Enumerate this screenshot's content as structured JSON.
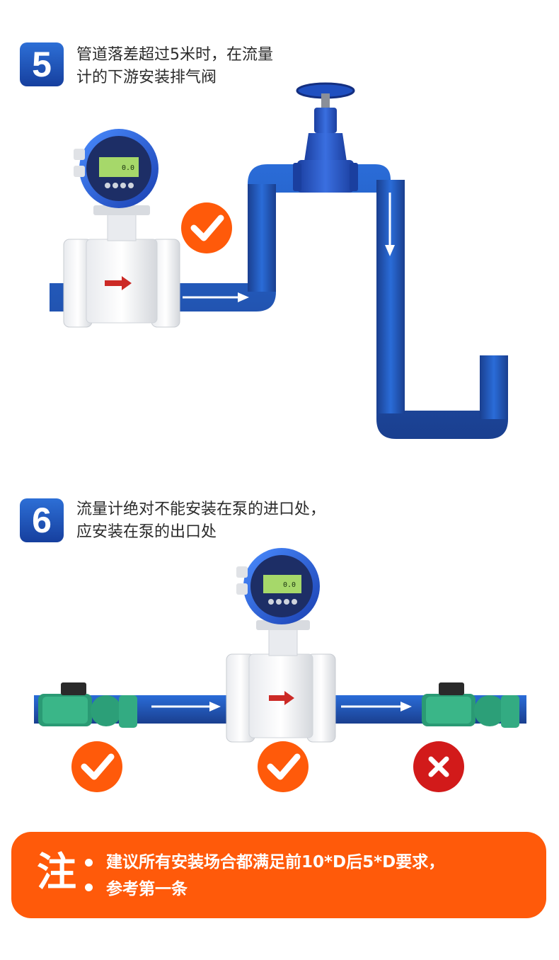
{
  "section5": {
    "number": "5",
    "line1": "管道落差超过5米时，在流量",
    "line2": "计的下游安装排气阀",
    "meter_display": "0.0",
    "meter_unit": "%"
  },
  "section6": {
    "number": "6",
    "line1": "流量计绝对不能安装在泵的进口处，",
    "line2": "应安装在泵的出口处",
    "meter_display": "0.0",
    "meter_unit": "%",
    "marks": [
      "check",
      "check",
      "cross"
    ]
  },
  "note": {
    "label": "注",
    "line1": "建议所有安装场合都满足前10*D后5*D要求，",
    "line2": "参考第一条"
  },
  "colors": {
    "pipe_light": "#2a6cd8",
    "pipe_dark": "#1a3f8f",
    "check_orange": "#ff5a0a",
    "cross_red": "#d21a1a",
    "pump_green": "#27a07a",
    "note_bg": "#ff5a0a",
    "badge_blue": "#1f56c0"
  },
  "icons": [
    "check-icon",
    "cross-icon",
    "flow-arrow-icon",
    "gate-valve-icon",
    "flowmeter-icon",
    "pump-icon"
  ]
}
